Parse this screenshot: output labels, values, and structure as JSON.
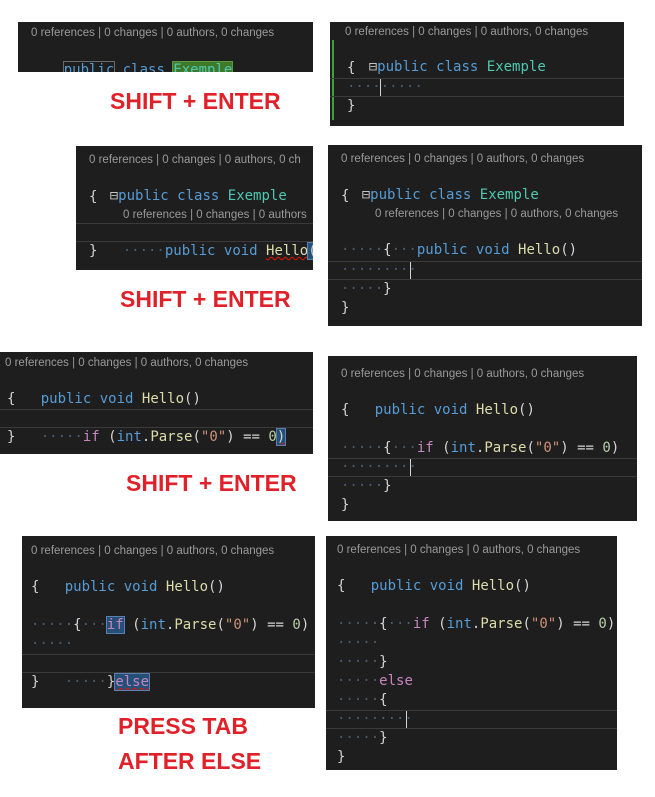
{
  "codelens": "0 references | 0 changes | 0 authors, 0 changes",
  "codelens_cut_a": "0 references | 0 changes | 0 authors, 0 ch",
  "codelens_cut_b": "0 references | 0 changes | 0 authors",
  "instructions": {
    "step1": "SHIFT + ENTER",
    "step2": "SHIFT + ENTER",
    "step3": "SHIFT + ENTER",
    "step4_line1": "PRESS TAB",
    "step4_line2": "AFTER ELSE"
  },
  "tokens": {
    "public": "public",
    "class": "class",
    "class_name": "Exemple",
    "void": "void",
    "method": "Hello",
    "parens": "()",
    "if": "if",
    "int": "int",
    "parse": "Parse",
    "str0": "\"0\"",
    "eq": "==",
    "zero": "0",
    "else": "else",
    "lbrace": "{",
    "rbrace": "}"
  }
}
